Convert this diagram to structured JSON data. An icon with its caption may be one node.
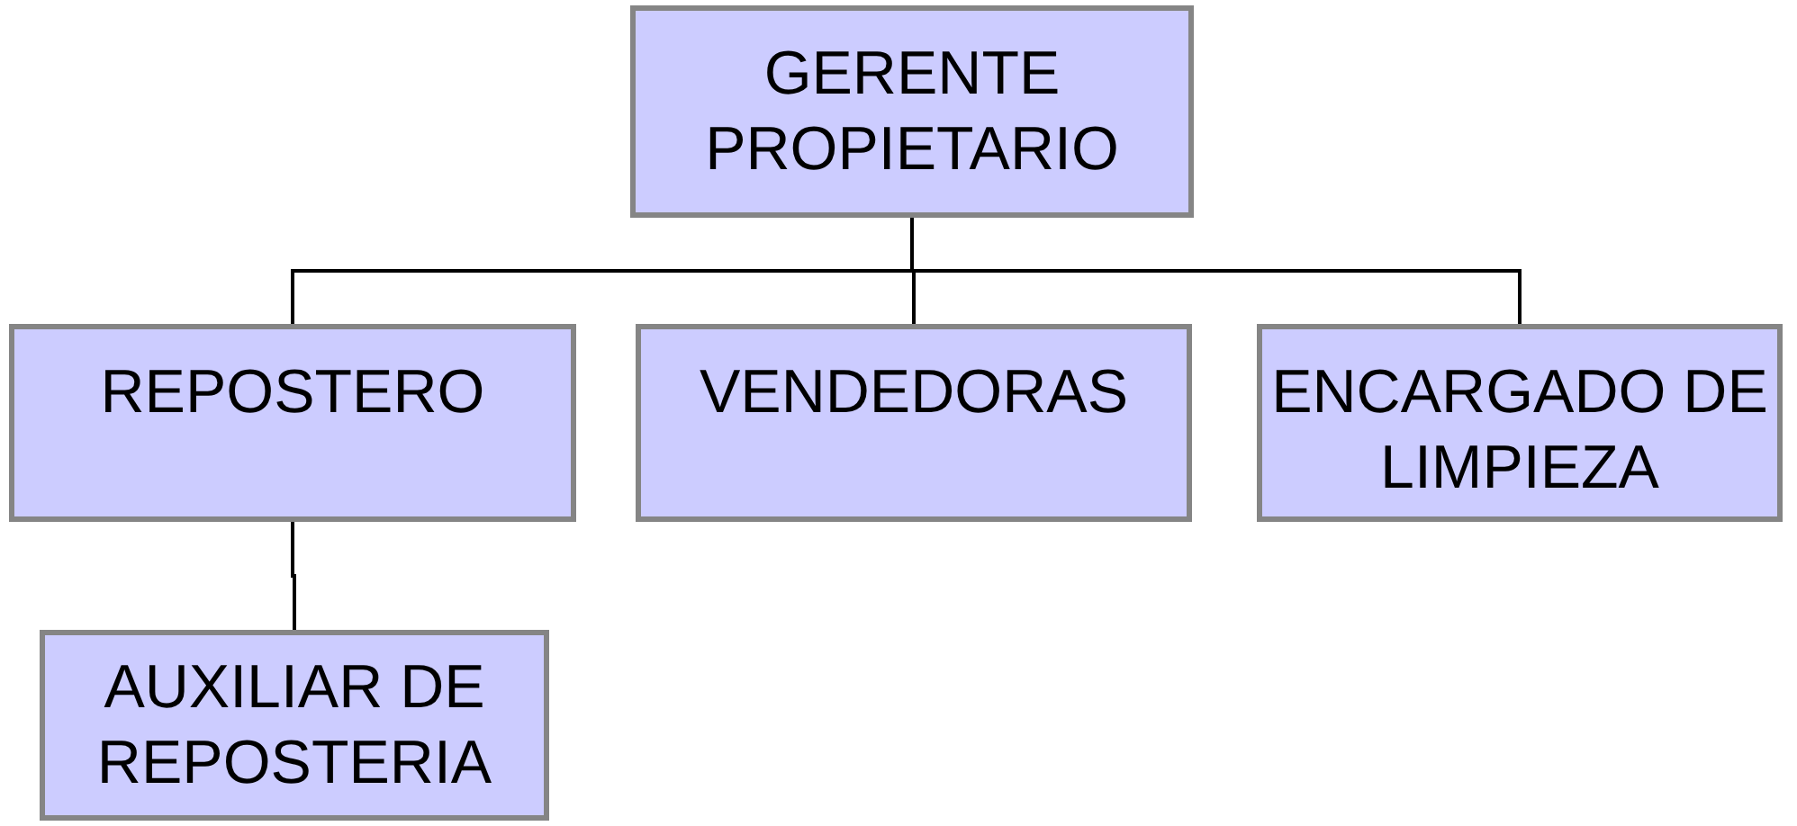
{
  "diagram": {
    "nodes": [
      {
        "text": [
          "GERENTE PROPIETARIO"
        ]
      },
      {
        "text": [
          "REPOSTERO"
        ]
      },
      {
        "text": [
          "VENDEDORAS"
        ]
      },
      {
        "text": [
          "ENCARGADO DE LIMPIEZA"
        ]
      },
      {
        "text": [
          "AUXILIAR DE REPOSTERIA"
        ]
      }
    ],
    "edges": [
      {
        "from": 0,
        "to": 1,
        "arrow": "none"
      },
      {
        "from": 0,
        "to": 2,
        "arrow": "none"
      },
      {
        "from": 0,
        "to": 3,
        "arrow": "none"
      },
      {
        "from": 1,
        "to": 4,
        "arrow": "none"
      }
    ]
  }
}
